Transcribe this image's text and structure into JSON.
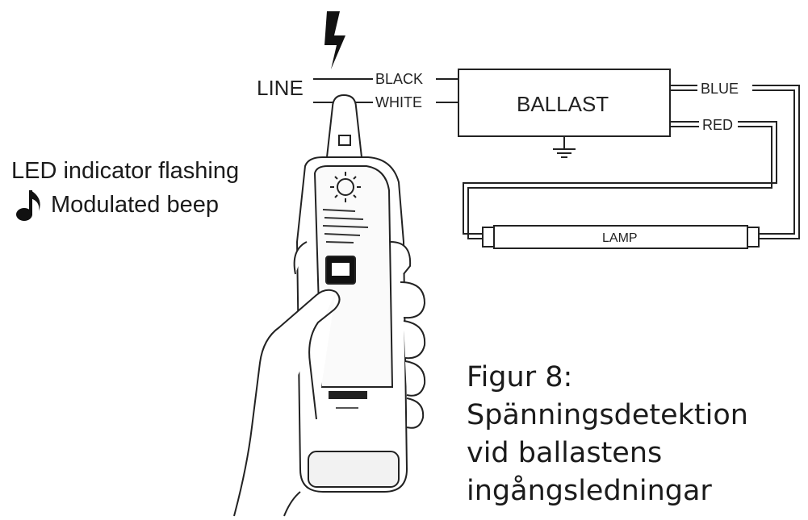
{
  "labels": {
    "line": "LINE",
    "black": "BLACK",
    "white": "WHITE",
    "blue": "BLUE",
    "red": "RED",
    "ballast": "BALLAST",
    "lamp": "LAMP"
  },
  "indicator": {
    "led": "LED indicator flashing",
    "beep_symbol": "♪",
    "beep": "Modulated beep"
  },
  "caption": {
    "line1": "Figur 8:",
    "line2": "Spänningsdetektion",
    "line3": "vid ballastens",
    "line4": "ingångsledningar"
  },
  "icons": [
    "lightning-bolt-icon",
    "ground-symbol-icon",
    "sun-led-icon",
    "music-note-icon"
  ]
}
